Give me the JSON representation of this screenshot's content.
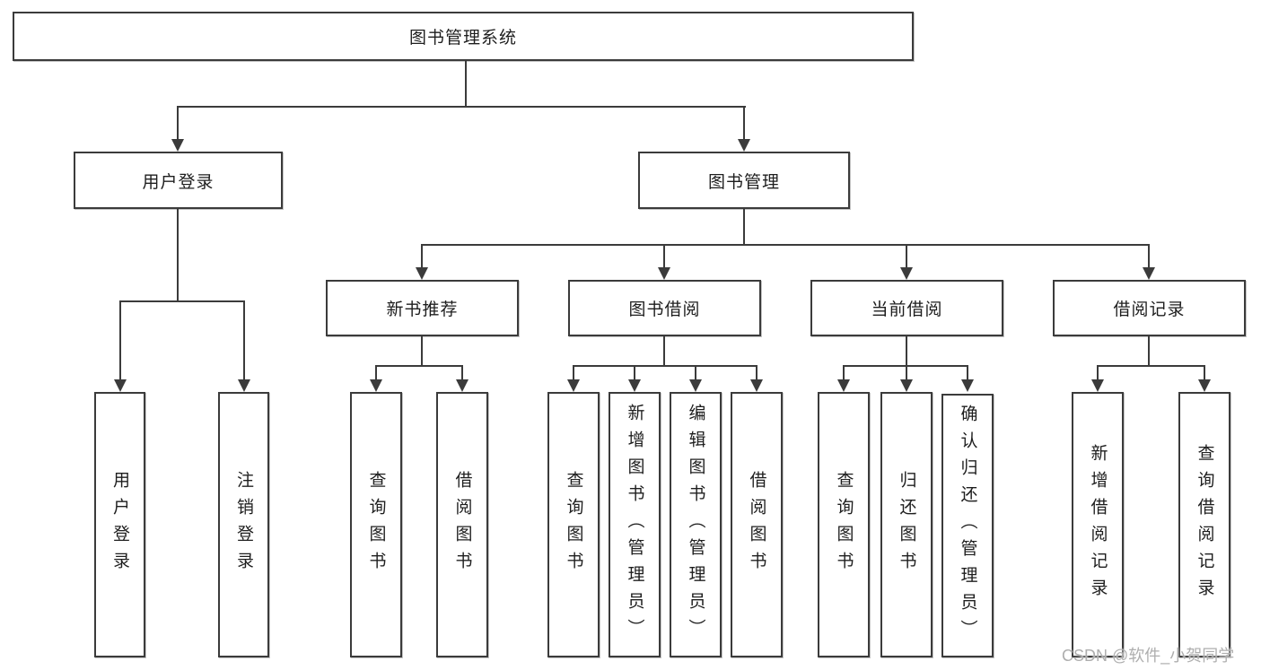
{
  "diagram": {
    "title": "图书管理系统",
    "root": {
      "label": "图书管理系统"
    },
    "branches": [
      {
        "label": "用户登录",
        "children": [
          {
            "label": "用户登录"
          },
          {
            "label": "注销登录"
          }
        ]
      },
      {
        "label": "图书管理",
        "children": [
          {
            "label": "新书推荐",
            "children": [
              {
                "label": "查询图书"
              },
              {
                "label": "借阅图书"
              }
            ]
          },
          {
            "label": "图书借阅",
            "children": [
              {
                "label": "查询图书"
              },
              {
                "label": "新增图书（管理员）"
              },
              {
                "label": "编辑图书（管理员）"
              },
              {
                "label": "借阅图书"
              }
            ]
          },
          {
            "label": "当前借阅",
            "children": [
              {
                "label": "查询图书"
              },
              {
                "label": "归还图书"
              },
              {
                "label": "确认归还（管理员）"
              }
            ]
          },
          {
            "label": "借阅记录",
            "children": [
              {
                "label": "新增借阅记录"
              },
              {
                "label": "查询借阅记录"
              }
            ]
          }
        ]
      }
    ],
    "watermark": "CSDN @软件_小贺同学",
    "colors": {
      "line": "#3b3b3b",
      "box_border": "#3b3b3b",
      "box_fill": "#ffffff",
      "text": "#1e1e1e",
      "watermark": "#aeaeae",
      "background": "#ffffff"
    }
  }
}
